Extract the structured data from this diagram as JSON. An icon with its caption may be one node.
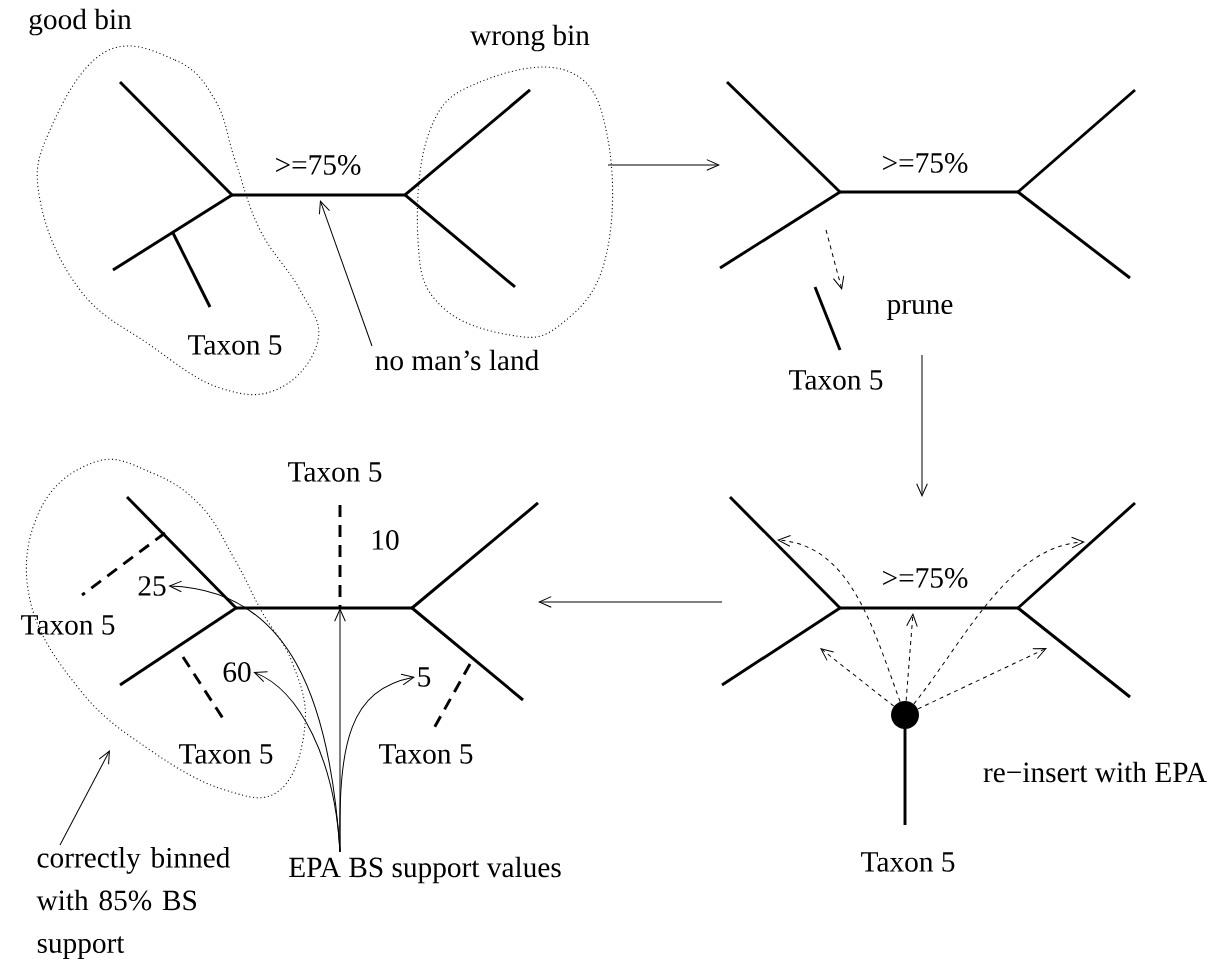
{
  "diagram": {
    "nodes": [
      {
        "text": [],
        "shape": "picture"
      },
      {
        "text": [],
        "shape": "picture"
      },
      {
        "text": [],
        "shape": "picture"
      },
      {
        "text": [],
        "shape": "picture"
      },
      {
        "text": [
          "no man’s land"
        ],
        "in": 0
      },
      {
        "text": [],
        "shape": "circle"
      },
      {
        "text": [
          "correctly binned with 85% BS support"
        ]
      },
      {
        "text": [
          "EPA BS support values"
        ]
      },
      {
        "text": [
          "25"
        ],
        "in": 3
      },
      {
        "text": [
          "60"
        ],
        "in": 3
      },
      {
        "text": [
          "5"
        ]
      }
    ],
    "edges": [
      {
        "from": 0,
        "to": 1,
        "arrow": "to"
      },
      {
        "from": 1,
        "to": 2,
        "arrow": "to"
      },
      {
        "from": 2,
        "to": 3,
        "arrow": "to"
      },
      {
        "from": 4,
        "to": 0,
        "arrow": "to"
      },
      {
        "from": 5,
        "to": 2,
        "arrow": "to",
        "style": "dashed"
      },
      {
        "from": 5,
        "to": 2,
        "arrow": "to",
        "style": "dashed"
      },
      {
        "from": 5,
        "to": 2,
        "arrow": "to",
        "style": "dashed"
      },
      {
        "from": 5,
        "to": 2,
        "arrow": "to",
        "style": "dashed"
      },
      {
        "from": 5,
        "to": 2,
        "arrow": "to",
        "style": "dashed"
      },
      {
        "from": 6,
        "to": 3,
        "arrow": "to"
      },
      {
        "from": 7,
        "to": 8,
        "arrow": "to"
      },
      {
        "from": 7,
        "to": 9,
        "arrow": "to"
      },
      {
        "from": 7,
        "to": 3,
        "arrow": "to"
      },
      {
        "from": 7,
        "to": 10,
        "arrow": "to"
      }
    ],
    "labels": [
      "good bin",
      "wrong bin",
      ">=75%",
      "Taxon 5",
      ">=75%",
      "prune",
      "Taxon 5",
      ">=75%",
      "re−insert with EPA",
      "Taxon 5",
      "Taxon 5",
      "10",
      "Taxon 5",
      "Taxon 5",
      "Taxon 5"
    ]
  }
}
